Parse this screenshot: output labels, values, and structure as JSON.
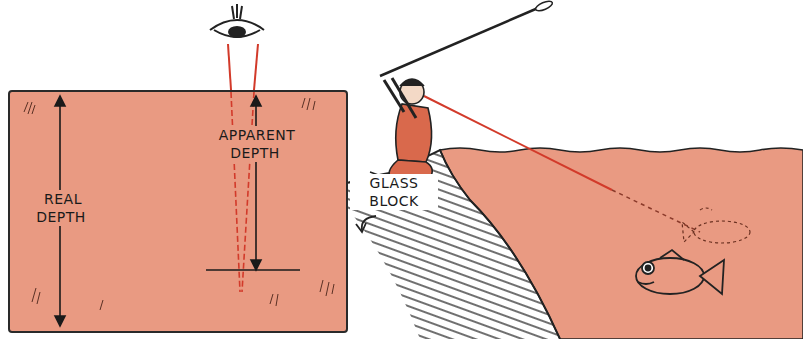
{
  "diagram": {
    "nodes": [
      {
        "text": [
          "REAL DEPTH",
          "APPARENT DEPTH"
        ]
      }
    ],
    "labels": [
      "GLASS BLOCK"
    ]
  }
}
